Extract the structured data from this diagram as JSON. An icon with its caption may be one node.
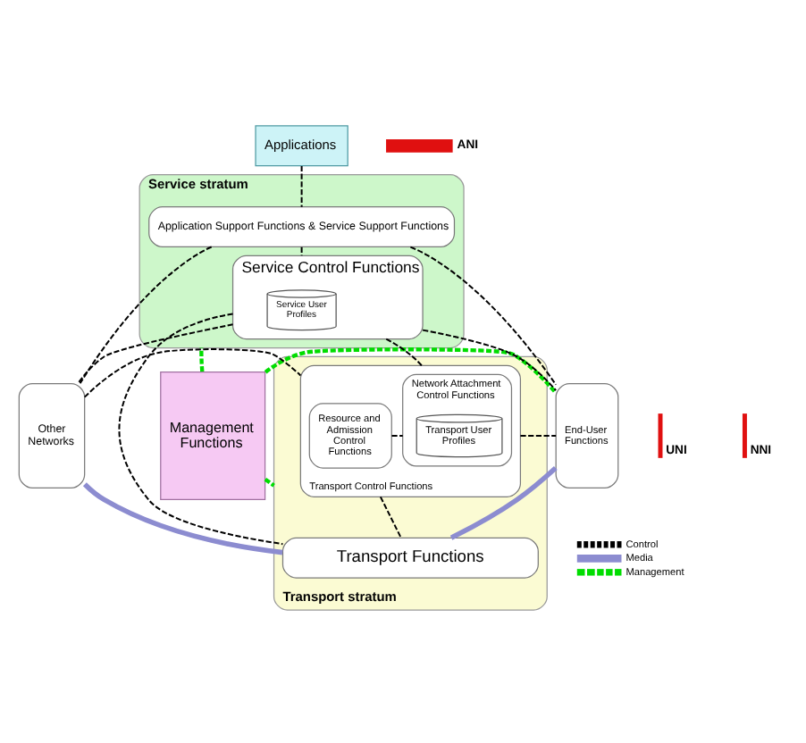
{
  "diagram": {
    "nodes": [
      {
        "text": [
          "Applications"
        ]
      },
      {
        "text": [
          "Management Functions"
        ]
      },
      {
        "text": [
          "Service stratum"
        ]
      },
      {
        "text": [
          "Application Support Functions & Service Support Functions"
        ],
        "in": 2
      },
      {
        "text": [
          "Service Control Functions"
        ],
        "in": 2
      },
      {
        "text": [
          "Service User Profiles"
        ],
        "in": 4
      },
      {
        "text": [
          "Transport stratum"
        ]
      },
      {
        "text": [
          "Transport Control Functions"
        ],
        "in": 6
      },
      {
        "text": [
          "Network Attachment Control Functions"
        ],
        "in": 7
      },
      {
        "text": [
          "Transport User Profiles"
        ],
        "in": 8
      },
      {
        "text": [
          "Resource and Admission Control Functions"
        ],
        "in": 7
      },
      {
        "text": [
          "Transport Functions"
        ],
        "in": 6
      },
      {
        "text": [
          "End-User Functions"
        ]
      },
      {
        "text": [
          "Other Networks"
        ]
      }
    ],
    "edges": [
      {
        "from": 0,
        "to": 3,
        "arrow": "none",
        "style": "dashed"
      },
      {
        "from": 3,
        "to": 12,
        "arrow": "none",
        "style": "dashed"
      },
      {
        "from": 3,
        "to": 4,
        "arrow": "none",
        "style": "dashed"
      },
      {
        "from": 3,
        "to": 13,
        "arrow": "none",
        "style": "dashed"
      },
      {
        "from": 4,
        "to": 12,
        "arrow": "none",
        "style": "dashed"
      },
      {
        "from": 4,
        "to": 7,
        "arrow": "none",
        "style": "dashed"
      },
      {
        "from": 4,
        "to": 11,
        "arrow": "none",
        "style": "dashed"
      },
      {
        "from": 4,
        "to": 13,
        "arrow": "none",
        "style": "dashed"
      },
      {
        "from": 8,
        "to": 10,
        "arrow": "none",
        "style": "dashed"
      },
      {
        "from": 7,
        "to": 11,
        "arrow": "none",
        "style": "dashed"
      },
      {
        "from": 12,
        "to": 7,
        "arrow": "none",
        "style": "dashed"
      },
      {
        "from": 7,
        "to": 13,
        "arrow": "none",
        "style": "dashed"
      },
      {
        "from": 12,
        "to": 11,
        "arrow": "none",
        "style": "thick",
        "color": "#8c8cd0"
      },
      {
        "from": 11,
        "to": 13,
        "arrow": "none",
        "style": "thick",
        "color": "#8c8cd0"
      },
      {
        "from": 1,
        "to": 2,
        "arrow": "none",
        "style": "dashed",
        "color": "#00dd00"
      },
      {
        "from": 1,
        "to": 12,
        "arrow": "none",
        "style": "dashed",
        "color": "#00dd00"
      },
      {
        "from": 1,
        "to": 6,
        "arrow": "none",
        "style": "dashed",
        "color": "#00dd00"
      }
    ],
    "labels": [
      "ANI",
      "UNI",
      "NNI"
    ],
    "legend": [
      {
        "text": "Control"
      },
      {
        "text": "Media"
      },
      {
        "text": "Management"
      }
    ]
  }
}
